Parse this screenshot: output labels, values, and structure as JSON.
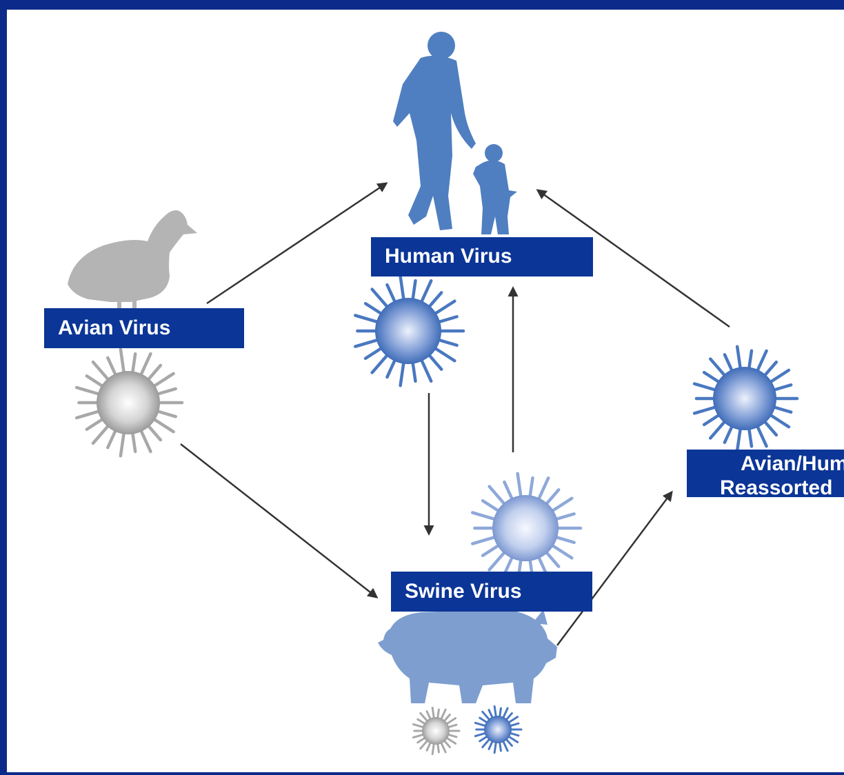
{
  "labels": {
    "human": "Human Virus",
    "avian": "Avian Virus",
    "swine": "Swine Virus",
    "reassorted_line1": "Avian/Human",
    "reassorted_line2": "Reassorted"
  },
  "icons": {
    "human": "adult-and-child-silhouette-icon",
    "avian": "duck-silhouette-icon",
    "swine": "pig-silhouette-icon",
    "virus": "virus-particle-icon"
  },
  "colors": {
    "frame": "#0c2a8a",
    "label_fill": "#0b3596",
    "label_text": "#ffffff",
    "human_silhouette": "#4f7fc0",
    "avian_silhouette": "#b4b4b4",
    "swine_silhouette": "#7e9ed0",
    "blue_virus": "#4a78c0",
    "light_blue_virus": "#8ea8d8",
    "gray_virus": "#a8a8a8"
  }
}
